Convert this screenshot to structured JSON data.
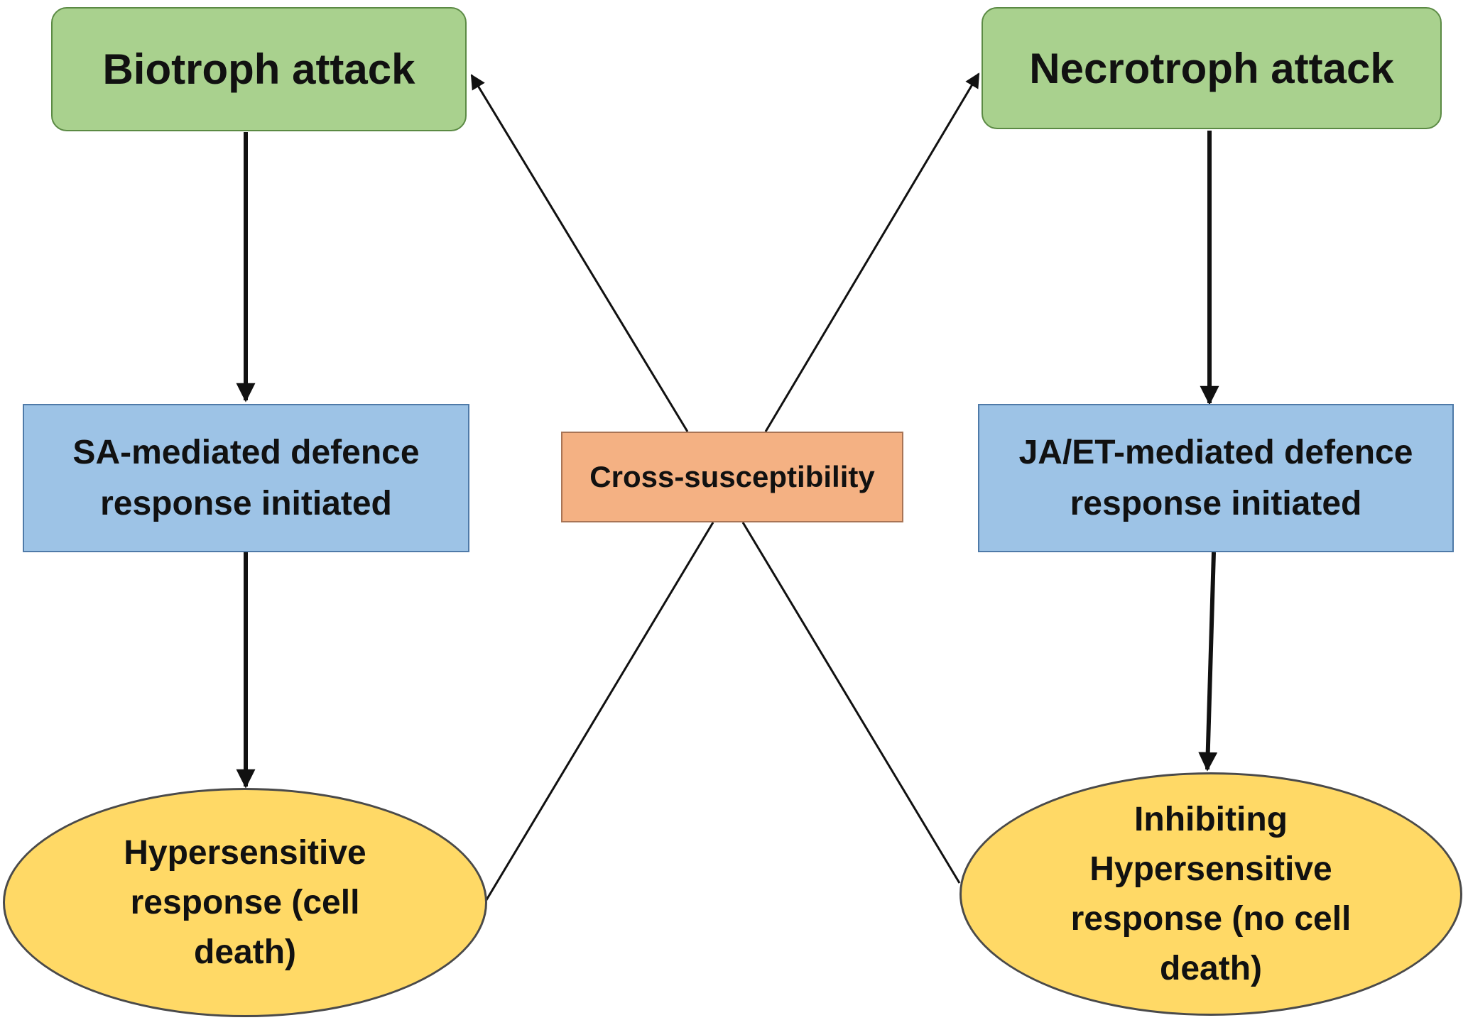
{
  "nodes": {
    "biotroph_attack": "Biotroph attack",
    "necrotroph_attack": "Necrotroph attack",
    "sa_defence": [
      "SA-mediated defence",
      "response initiated"
    ],
    "ja_et_defence": [
      "JA/ET-mediated defence",
      "response initiated"
    ],
    "cross_susceptibility": "Cross-susceptibility",
    "hypersensitive_response": [
      "Hypersensitive",
      "response (cell",
      "death)"
    ],
    "inhibiting_hypersensitive_response": [
      "Inhibiting",
      "Hypersensitive",
      "response (no cell",
      "death)"
    ]
  },
  "colors": {
    "attack_fill": "#a9d18e",
    "defence_fill": "#9dc3e6",
    "cross_fill": "#f4b183",
    "response_fill": "#ffd966"
  }
}
